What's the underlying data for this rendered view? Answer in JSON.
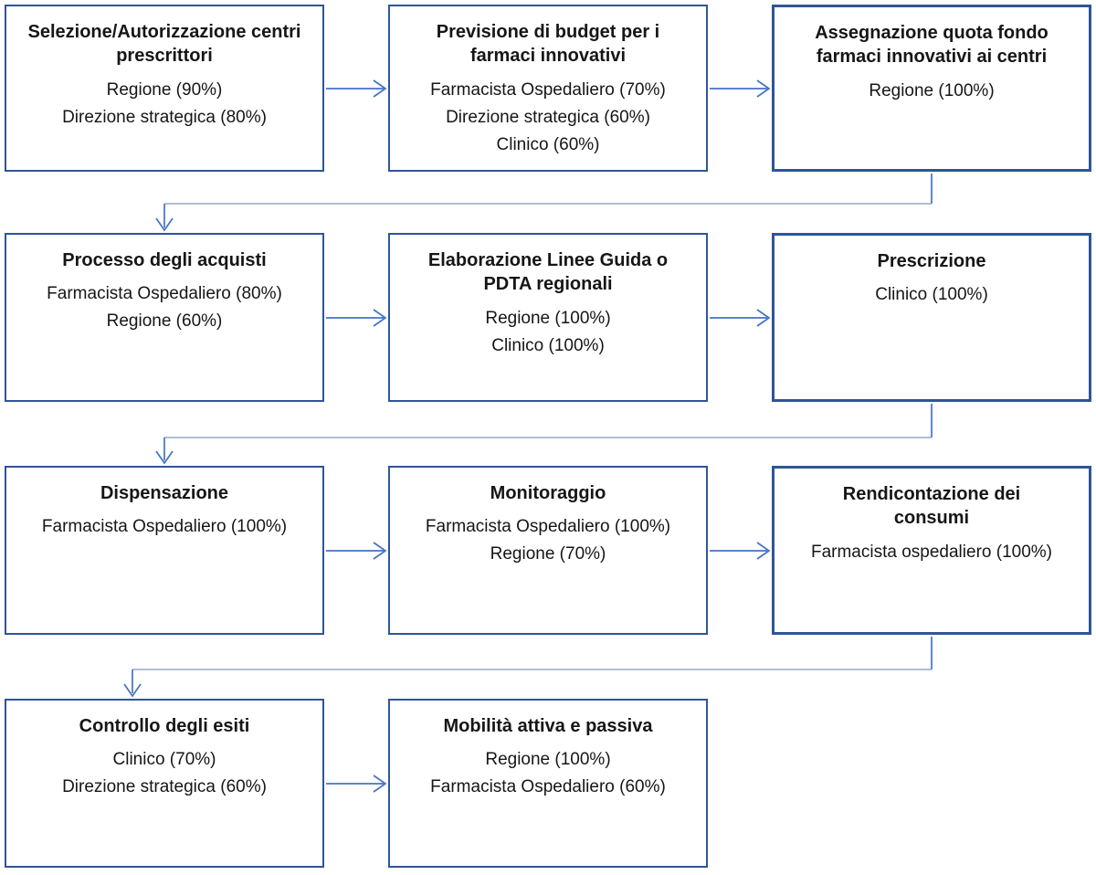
{
  "diagram": {
    "colors": {
      "box_border": "#2F5597",
      "arrow": "#4472C4",
      "elbow": "#96A7CA",
      "text": "#161616"
    },
    "boxes": [
      {
        "title": "Selezione/Autorizzazione centri prescrittori",
        "actors": [
          "Regione (90%)",
          "Direzione strategica (80%)"
        ]
      },
      {
        "title": "Previsione di budget per i farmaci innovativi",
        "actors": [
          "Farmacista Ospedaliero (70%)",
          "Direzione strategica (60%)",
          "Clinico (60%)"
        ]
      },
      {
        "title": "Assegnazione quota fondo farmaci innovativi ai centri",
        "actors": [
          "Regione (100%)"
        ]
      },
      {
        "title": "Processo degli acquisti",
        "actors": [
          "Farmacista Ospedaliero (80%)",
          "Regione (60%)"
        ]
      },
      {
        "title": "Elaborazione Linee Guida o PDTA regionali",
        "actors": [
          "Regione (100%)",
          "Clinico (100%)"
        ]
      },
      {
        "title": "Prescrizione",
        "actors": [
          "Clinico (100%)"
        ]
      },
      {
        "title": "Dispensazione",
        "actors": [
          "Farmacista Ospedaliero (100%)"
        ]
      },
      {
        "title": "Monitoraggio",
        "actors": [
          "Farmacista Ospedaliero (100%)",
          "Regione (70%)"
        ]
      },
      {
        "title": "Rendicontazione dei consumi",
        "actors": [
          "Farmacista ospedaliero (100%)"
        ]
      },
      {
        "title": "Controllo degli esiti",
        "actors": [
          "Clinico (70%)",
          "Direzione strategica (60%)"
        ]
      },
      {
        "title": "Mobilità attiva e passiva",
        "actors": [
          "Regione (100%)",
          "Farmacista Ospedaliero (60%)"
        ]
      }
    ],
    "connectors": [
      {
        "from": 1,
        "to": 2,
        "type": "arrow-right"
      },
      {
        "from": 2,
        "to": 3,
        "type": "arrow-right"
      },
      {
        "from": 3,
        "to": 4,
        "type": "elbow-down"
      },
      {
        "from": 4,
        "to": 5,
        "type": "arrow-right"
      },
      {
        "from": 5,
        "to": 6,
        "type": "arrow-right"
      },
      {
        "from": 6,
        "to": 7,
        "type": "elbow-down"
      },
      {
        "from": 7,
        "to": 8,
        "type": "arrow-right"
      },
      {
        "from": 8,
        "to": 9,
        "type": "arrow-right"
      },
      {
        "from": 9,
        "to": 10,
        "type": "elbow-down"
      },
      {
        "from": 10,
        "to": 11,
        "type": "arrow-right"
      }
    ]
  }
}
